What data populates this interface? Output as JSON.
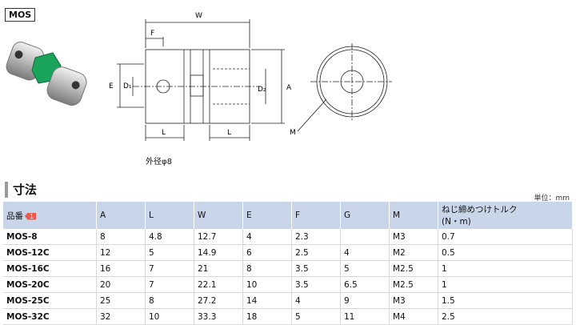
{
  "header": {
    "series_tag": "MOS"
  },
  "drawing": {
    "labels": {
      "W": "W",
      "F": "F",
      "E": "E",
      "D1": "D₁",
      "D2": "D₂",
      "A": "A",
      "L_left": "L",
      "L_right": "L",
      "M": "M"
    },
    "caption": "外径φ8"
  },
  "section": {
    "title": "寸法",
    "unit_note": "単位：mm"
  },
  "table": {
    "columns": [
      "品番",
      "A",
      "L",
      "W",
      "E",
      "F",
      "G",
      "M",
      "ねじ締めつけトルク\n(N・m)"
    ],
    "badge": "1",
    "rows": [
      [
        "MOS-8",
        "8",
        "4.8",
        "12.7",
        "4",
        "2.3",
        "",
        "M3",
        "0.7"
      ],
      [
        "MOS-12C",
        "12",
        "5",
        "14.9",
        "6",
        "2.5",
        "4",
        "M2",
        "0.5"
      ],
      [
        "MOS-16C",
        "16",
        "7",
        "21",
        "8",
        "3.5",
        "5",
        "M2.5",
        "1"
      ],
      [
        "MOS-20C",
        "20",
        "7",
        "22.1",
        "10",
        "3.5",
        "6.5",
        "M2.5",
        "1"
      ],
      [
        "MOS-25C",
        "25",
        "8",
        "27.2",
        "14",
        "4",
        "9",
        "M3",
        "1.5"
      ],
      [
        "MOS-32C",
        "32",
        "10",
        "33.3",
        "18",
        "5",
        "11",
        "M4",
        "2.5"
      ]
    ]
  }
}
